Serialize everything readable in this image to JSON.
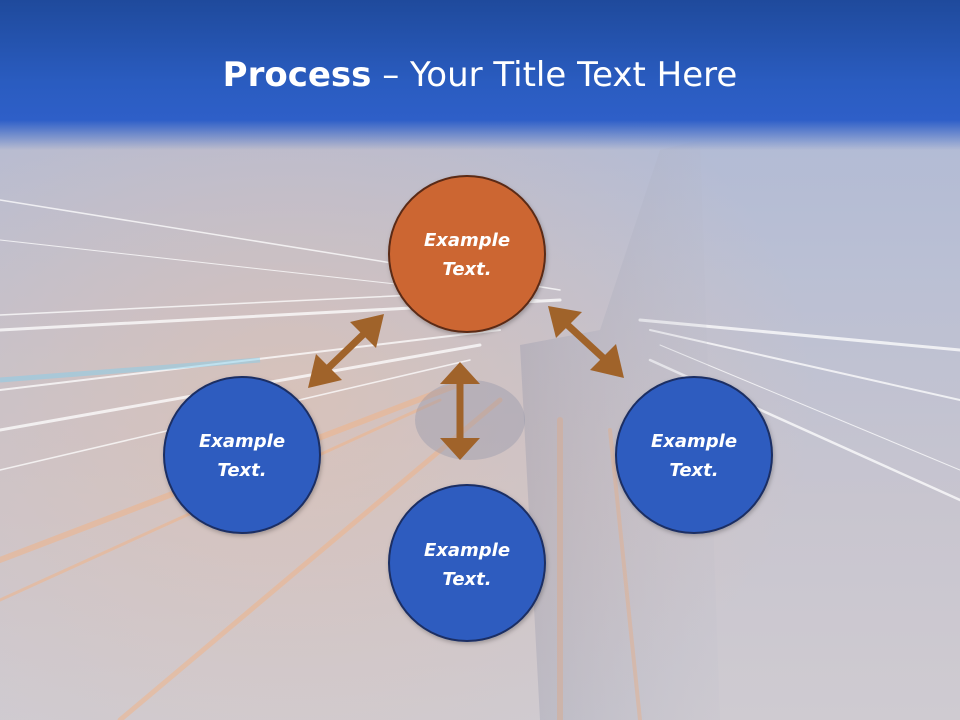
{
  "title": {
    "bold": "Process",
    "dash": " – ",
    "rest": "Your Title Text Here"
  },
  "colors": {
    "title_bar": "#2a5cc0",
    "center_node": "#cc6633",
    "center_node_stroke": "#5a2a14",
    "outer_node": "#2d5bbf",
    "outer_node_stroke": "#1a2f63",
    "arrow": "#a0632a"
  },
  "nodes": [
    {
      "id": "top",
      "line1": "Example",
      "line2": "Text.",
      "role": "center"
    },
    {
      "id": "left",
      "line1": "Example",
      "line2": "Text.",
      "role": "outer"
    },
    {
      "id": "bottom",
      "line1": "Example",
      "line2": "Text.",
      "role": "outer"
    },
    {
      "id": "right",
      "line1": "Example",
      "line2": "Text.",
      "role": "outer"
    }
  ],
  "connectors": [
    {
      "from": "top",
      "to": "left",
      "type": "double-arrow"
    },
    {
      "from": "top",
      "to": "bottom",
      "type": "double-arrow"
    },
    {
      "from": "top",
      "to": "right",
      "type": "double-arrow"
    }
  ]
}
